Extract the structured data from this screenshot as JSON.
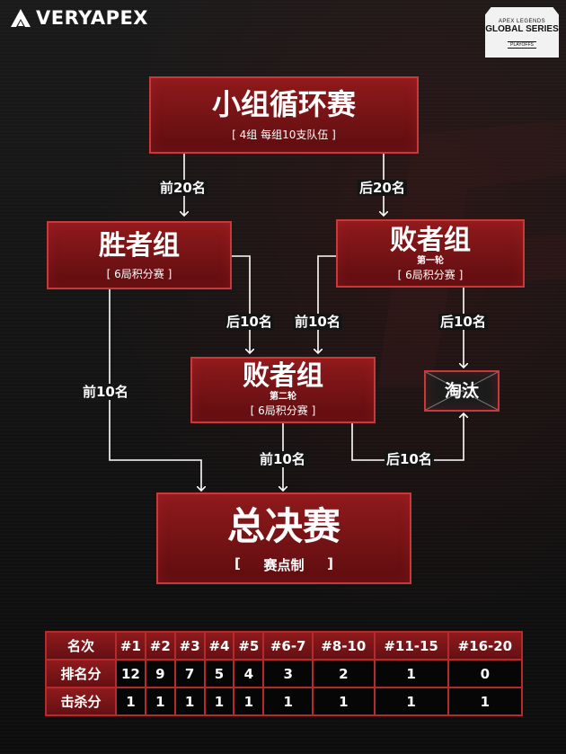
{
  "brand": {
    "logo_text": "VERYAPEX"
  },
  "event_badge": {
    "line1": "APEX LEGENDS",
    "line2": "GLOBAL SERIES",
    "line3": "PLAYOFFS"
  },
  "boxes": {
    "group_stage": {
      "title": "小组循环赛",
      "sub": "[ 4组 每组10支队伍 ]"
    },
    "winners": {
      "title": "胜者组",
      "sub": "[ 6局积分赛 ]"
    },
    "losers1": {
      "title": "败者组",
      "round": "第一轮",
      "sub": "[ 6局积分赛 ]"
    },
    "losers2": {
      "title": "败者组",
      "round": "第二轮",
      "sub": "[ 6局积分赛 ]"
    },
    "eliminated": {
      "title": "淘汰"
    },
    "finals": {
      "title": "总决赛",
      "sub_left": "[",
      "sub": "赛点制",
      "sub_right": "]"
    }
  },
  "edge_labels": {
    "top20": "前20名",
    "bottom20": "后20名",
    "winners_bottom10": "后10名",
    "losers1_top10": "前10名",
    "losers1_bottom10": "后10名",
    "winners_top10": "前10名",
    "losers2_top10": "前10名",
    "losers2_bottom10": "后10名"
  },
  "score_table": {
    "header": [
      "名次",
      "#1",
      "#2",
      "#3",
      "#4",
      "#5",
      "#6-7",
      "#8-10",
      "#11-15",
      "#16-20"
    ],
    "rows": [
      {
        "label": "排名分",
        "values": [
          "12",
          "9",
          "7",
          "5",
          "4",
          "3",
          "2",
          "1",
          "0"
        ]
      },
      {
        "label": "击杀分",
        "values": [
          "1",
          "1",
          "1",
          "1",
          "1",
          "1",
          "1",
          "1",
          "1"
        ]
      }
    ]
  }
}
